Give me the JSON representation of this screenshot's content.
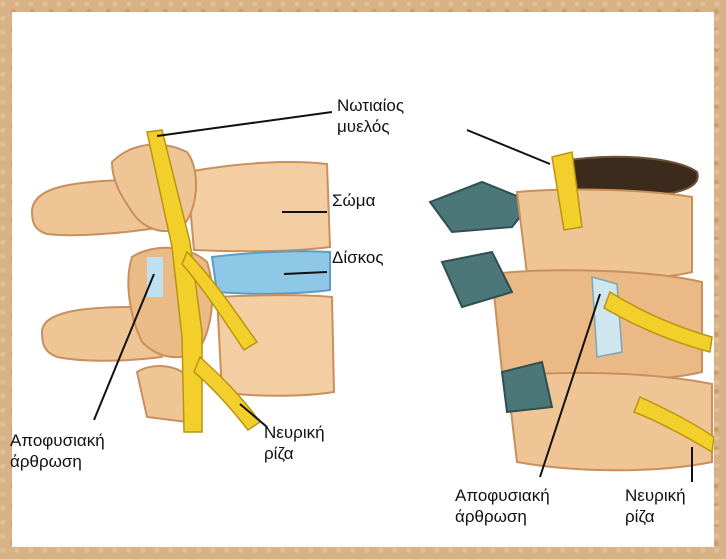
{
  "labels": {
    "spinal_cord": "Νωτιαίος\nμυελός",
    "body": "Σώμα",
    "disc": "Δίσκος",
    "facet_joint_left": "Αποφυσιακή\nάρθρωση",
    "nerve_root_left": "Νευρική\nρίζα",
    "facet_joint_right": "Αποφυσιακή\nάρθρωση",
    "nerve_root_right": "Νευρική\nρίζα"
  },
  "colors": {
    "bone": "#f0c596",
    "bone_shadow": "#c98f5c",
    "disc": "#8fc8e6",
    "nerve": "#f2cf2a",
    "slate": "#4c7778",
    "frame": "#d8b286"
  }
}
